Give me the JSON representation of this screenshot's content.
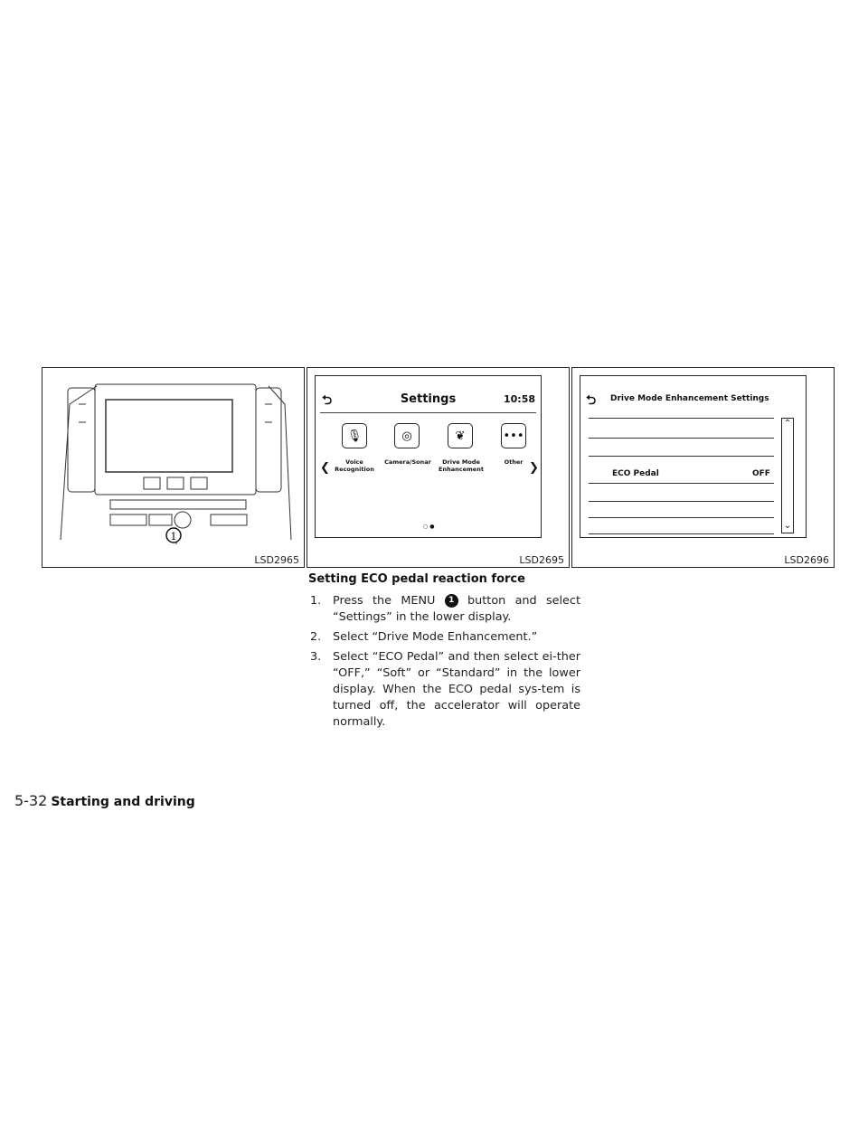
{
  "figures": [
    {
      "code": "LSD2965",
      "callout": "1"
    },
    {
      "code": "LSD2695",
      "screen": {
        "title": "Settings",
        "time": "10:58",
        "items": [
          "Voice Recognition",
          "Camera/Sonar",
          "Drive Mode Enhancement",
          "Other"
        ]
      }
    },
    {
      "code": "LSD2696",
      "screen": {
        "title": "Drive Mode Enhancement Settings",
        "row_label": "ECO Pedal",
        "row_value": "OFF"
      }
    }
  ],
  "section": {
    "heading": "Setting ECO pedal reaction force",
    "steps": [
      {
        "num": "1.",
        "pre": "Press the MENU",
        "badge": "1",
        "post": "button and select “Settings” in the lower display."
      },
      {
        "num": "2.",
        "text": "Select “Drive Mode Enhancement.”"
      },
      {
        "num": "3.",
        "text": "Select “ECO Pedal” and then select ei-ther “OFF,” “Soft” or “Standard” in the lower display. When the ECO pedal sys-tem is turned off, the accelerator will operate normally."
      }
    ]
  },
  "footer": {
    "page": "5-32",
    "section": "Starting and driving"
  }
}
